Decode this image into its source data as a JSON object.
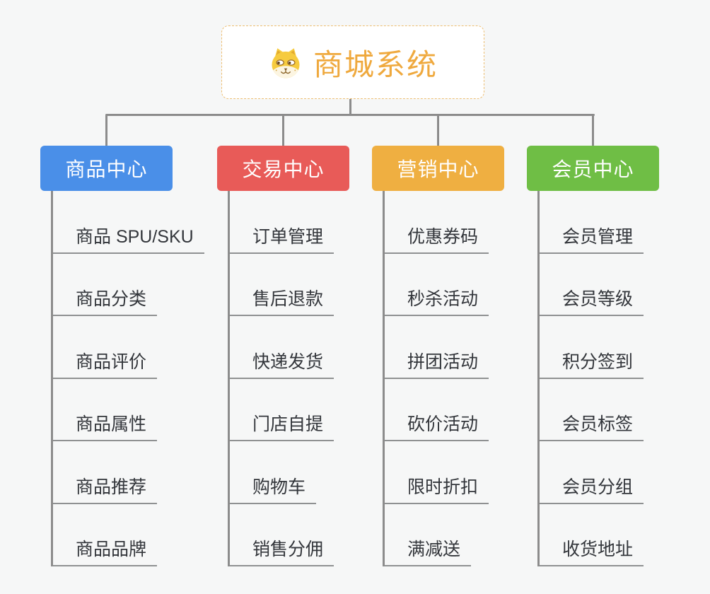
{
  "root": {
    "label": "商城系统",
    "icon": "dog-face-icon",
    "text_color": "#EFA93E",
    "border_color": "#EDBE72"
  },
  "branches": [
    {
      "label": "商品中心",
      "color": "#4A8FE8",
      "children": [
        "商品 SPU/SKU",
        "商品分类",
        "商品评价",
        "商品属性",
        "商品推荐",
        "商品品牌"
      ]
    },
    {
      "label": "交易中心",
      "color": "#E85B58",
      "children": [
        "订单管理",
        "售后退款",
        "快递发货",
        "门店自提",
        "购物车",
        "销售分佣"
      ]
    },
    {
      "label": "营销中心",
      "color": "#EFAF41",
      "children": [
        "优惠券码",
        "秒杀活动",
        "拼团活动",
        "砍价活动",
        "限时折扣",
        "满减送"
      ]
    },
    {
      "label": "会员中心",
      "color": "#6FBE45",
      "children": [
        "会员管理",
        "会员等级",
        "积分签到",
        "会员标签",
        "会员分组",
        "收货地址"
      ]
    }
  ],
  "colors": {
    "background": "#F6F7F7",
    "connector": "#8C8C8C",
    "child_underline": "#8F9192",
    "child_text": "#33363B",
    "branch_text": "#FFFFFF"
  }
}
